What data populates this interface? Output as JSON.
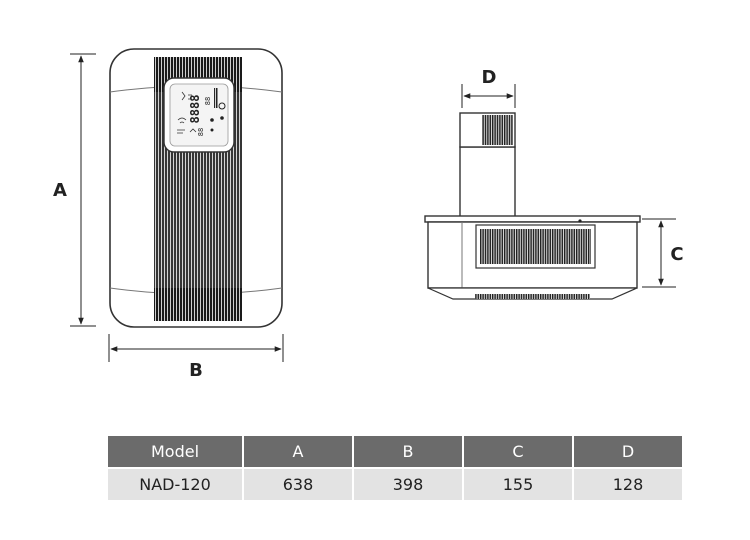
{
  "dimension_labels": {
    "a": "A",
    "b": "B",
    "c": "C",
    "d": "D"
  },
  "display_readout": {
    "digits_main": "8888",
    "digits_small": "88"
  },
  "table": {
    "headers": [
      "Model",
      "A",
      "B",
      "C",
      "D"
    ],
    "rows": [
      [
        "NAD-120",
        "638",
        "398",
        "155",
        "128"
      ]
    ]
  },
  "colors": {
    "header_bg": "#6b6b6b",
    "row_bg": "#e3e3e3",
    "line": "#222222"
  }
}
